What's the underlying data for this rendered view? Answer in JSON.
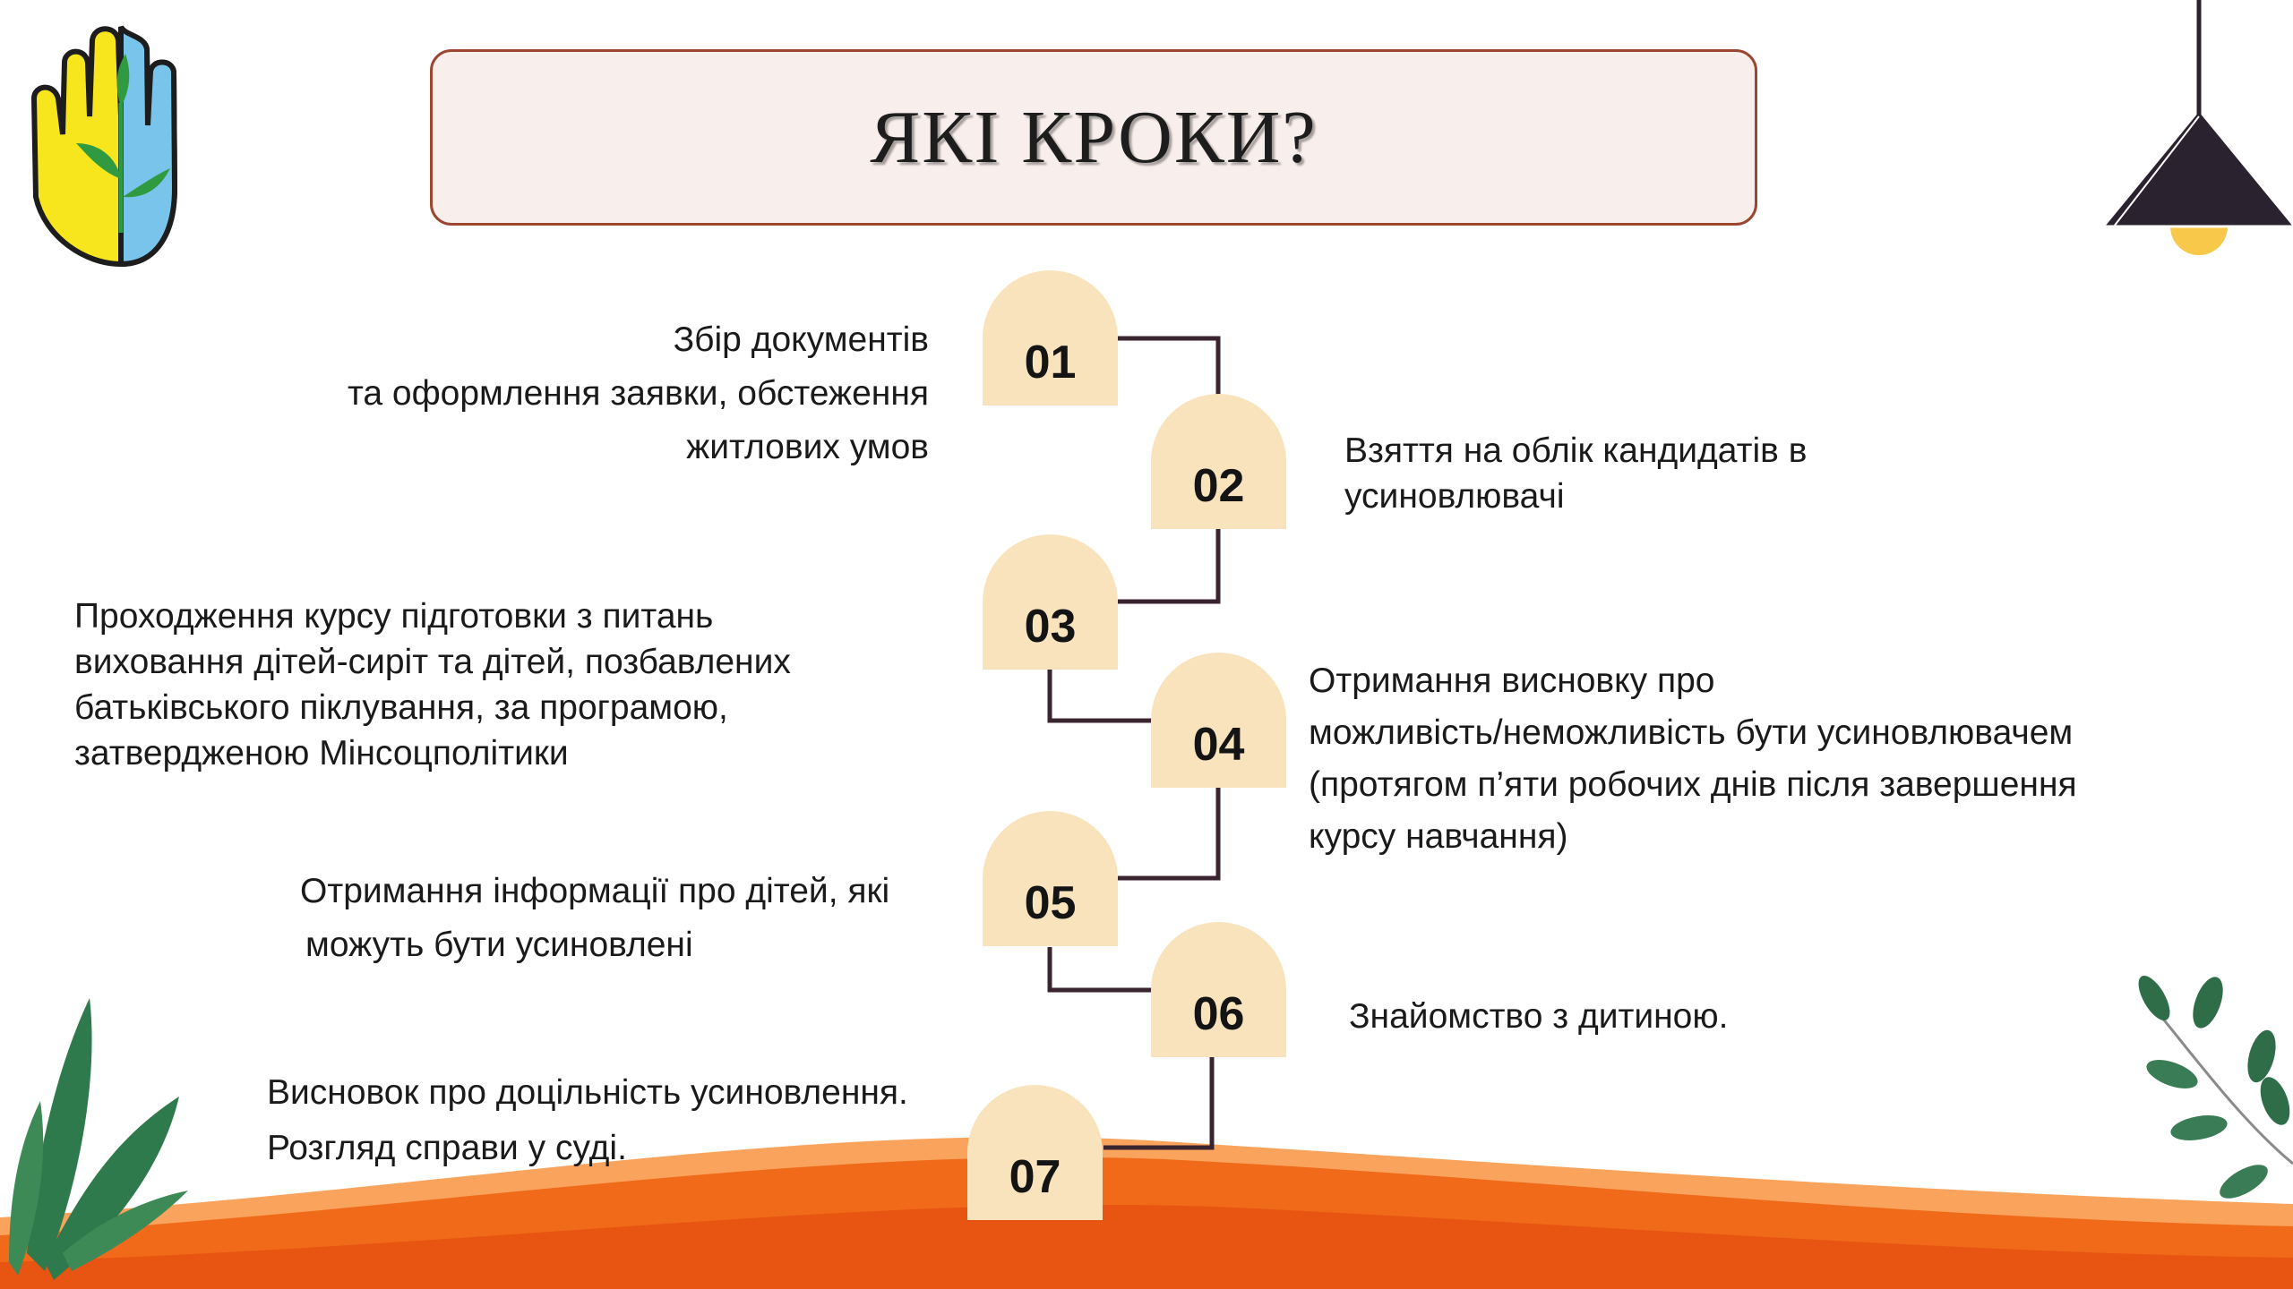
{
  "title": "ЯКІ КРОКИ?",
  "colors": {
    "step_fill": "#f8e3bd",
    "connector": "#3a2430",
    "title_border": "#9a4630",
    "title_fill": "#f8eeeb",
    "wave_orange": "#f06a1a",
    "leaf_green": "#2f7a4c"
  },
  "steps": [
    {
      "number": "01",
      "lines": [
        "Збір документів",
        "та оформлення заявки, обстеження",
        "житлових умов"
      ]
    },
    {
      "number": "02",
      "lines": [
        "Взяття на облік кандидатів в",
        "усиновлювачі"
      ]
    },
    {
      "number": "03",
      "lines": [
        "Проходження курсу підготовки з питань",
        "виховання дітей-сиріт та дітей, позбавлених",
        "батьківського піклування, за програмою,",
        "затвердженою Мінсоцполітики"
      ]
    },
    {
      "number": "04",
      "lines": [
        "Отримання висновку про",
        "можливість/неможливість бути усиновлювачем",
        "(протягом п’яти робочих днів після завершення",
        "курсу навчання)"
      ]
    },
    {
      "number": "05",
      "lines": [
        "Отримання інформації про дітей, які",
        "можуть бути усиновлені"
      ]
    },
    {
      "number": "06",
      "lines": [
        "Знайомство з дитиною."
      ]
    },
    {
      "number": "07",
      "lines": [
        "Висновок про доцільність усиновлення.",
        "Розгляд справи у суді."
      ]
    }
  ],
  "decor": {
    "logo_icon": "hand-icon",
    "lamp_icon": "hanging-lamp-icon",
    "left_plant_icon": "leaf-icon",
    "right_branch_icon": "branch-icon"
  }
}
